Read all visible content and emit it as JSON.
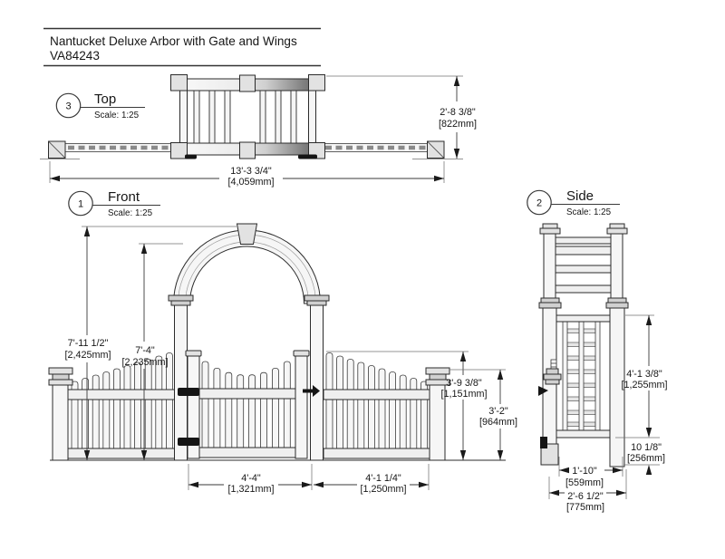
{
  "title_block": {
    "product_name": "Nantucket Deluxe Arbor with Gate and Wings",
    "sku": "VA84243"
  },
  "views": {
    "top": {
      "number": "3",
      "label": "Top",
      "scale": "Scale: 1:25"
    },
    "front": {
      "number": "1",
      "label": "Front",
      "scale": "Scale: 1:25"
    },
    "side": {
      "number": "2",
      "label": "Side",
      "scale": "Scale: 1:25"
    }
  },
  "dims": {
    "top_view": {
      "depth": {
        "ft": "2'-8 3/8\"",
        "mm": "[822mm]"
      },
      "overall_width": {
        "ft": "13'-3 3/4\"",
        "mm": "[4,059mm]"
      }
    },
    "front_view": {
      "overall_height": {
        "ft": "7'-11 1/2\"",
        "mm": "[2,425mm]"
      },
      "arch_clearance_height": {
        "ft": "7'-4\"",
        "mm": "[2,235mm]"
      },
      "wing_picket_height": {
        "ft": "3'-9 3/8\"",
        "mm": "[1,151mm]"
      },
      "end_post_height": {
        "ft": "3'-2\"",
        "mm": "[964mm]"
      },
      "gate_width": {
        "ft": "4'-4\"",
        "mm": "[1,321mm]"
      },
      "wing_width": {
        "ft": "4'-1 1/4\"",
        "mm": "[1,250mm]"
      }
    },
    "side_view": {
      "trellis_height": {
        "ft": "4'-1 3/8\"",
        "mm": "[1,255mm]"
      },
      "bottom_clearance": {
        "ft": "10 1/8\"",
        "mm": "[256mm]"
      },
      "trellis_width": {
        "ft": "1'-10\"",
        "mm": "[559mm]"
      },
      "overall_depth": {
        "ft": "2'-6 1/2\"",
        "mm": "[775mm]"
      }
    }
  },
  "colors": {
    "line": "#2b2b2b",
    "dim_text": "#161616",
    "hardware_black": "#151515",
    "fill_light": "#f3f3f3",
    "beam_shade_dark": "#5a5a5a",
    "background": "#ffffff"
  }
}
